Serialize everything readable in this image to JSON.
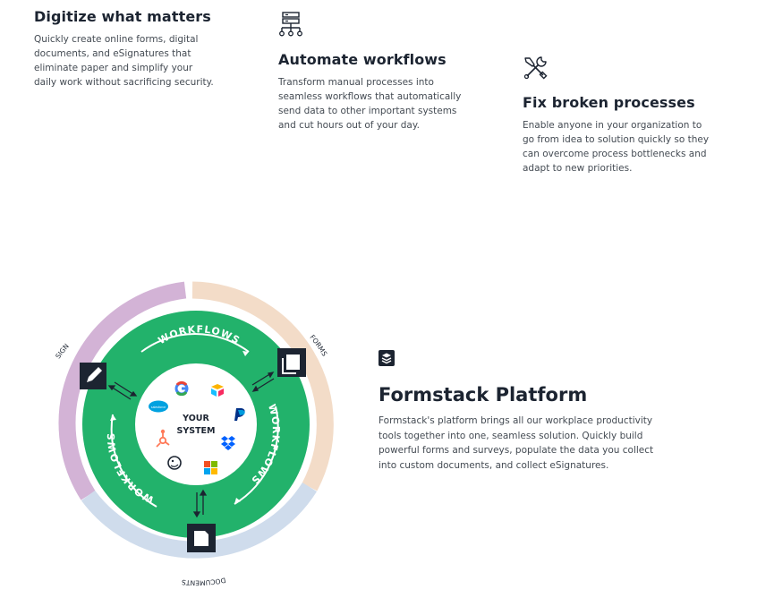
{
  "features": [
    {
      "title": "Digitize what matters",
      "description": "Quickly create online forms, digital documents, and eSignatures that eliminate paper and simplify your daily work without sacrificing security.",
      "icon": "document-icon"
    },
    {
      "title": "Automate workflows",
      "description": "Transform manual processes into seamless workflows that automatically send data to other important systems and cut hours out of your day.",
      "icon": "workflow-hierarchy-icon"
    },
    {
      "title": "Fix broken processes",
      "description": "Enable anyone in your organization to go from idea to solution quickly so they can overcome process bottlenecks and adapt to new priorities.",
      "icon": "wrench-screwdriver-icon"
    }
  ],
  "diagram": {
    "outer_labels": {
      "sign": "SIGN",
      "forms": "FORMS",
      "documents": "DOCUMENTS"
    },
    "ring_labels": [
      "WORKFLOWS",
      "WORKFLOWS",
      "WORKFLOWS"
    ],
    "center_line1": "YOUR",
    "center_line2": "SYSTEM",
    "segment_colors": {
      "sign": "#d3b3d6",
      "forms": "#f3dcc8",
      "documents": "#cfdcec"
    },
    "ring_color": "#22b26b",
    "integration_icons": [
      "google-icon",
      "airtable-icon",
      "paypal-icon",
      "dropbox-icon",
      "microsoft-icon",
      "mailchimp-icon",
      "hubspot-icon",
      "salesforce-icon"
    ],
    "salesforce_text": "salesforce"
  },
  "platform": {
    "title": "Formstack Platform",
    "description": "Formstack's platform brings all our workplace productivity tools together into one, seamless solution. Quickly build powerful forms and surveys, populate the data you collect into custom documents, and collect eSignatures."
  }
}
